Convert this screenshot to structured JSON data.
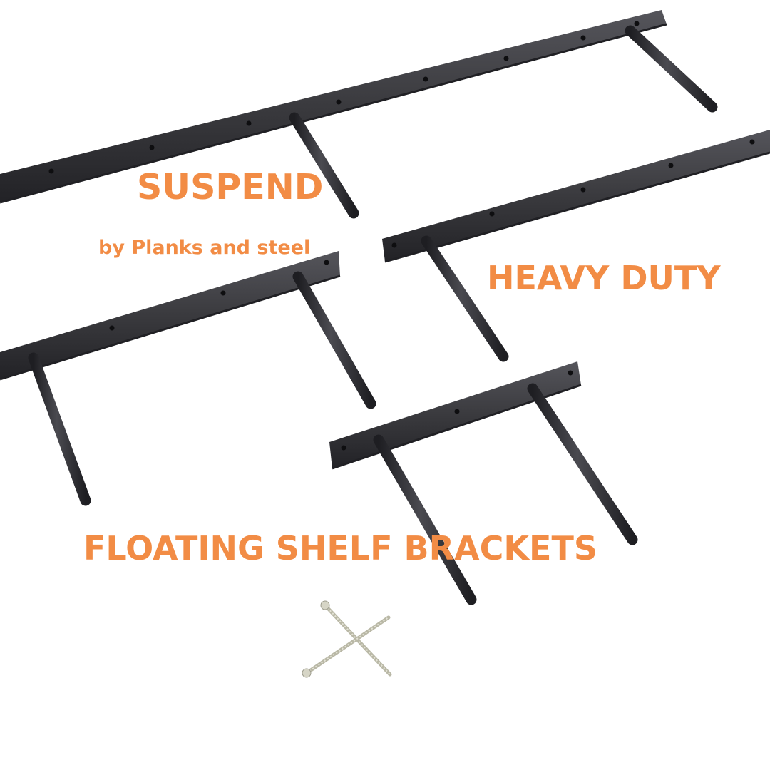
{
  "captions": {
    "headline": "SUSPEND",
    "byline": "by Planks and steel",
    "tagline": "HEAVY DUTY",
    "product": "FLOATING SHELF BRACKETS"
  },
  "colors": {
    "text_accent": "#F28C45",
    "bracket_plate": "#3a3a3e",
    "bracket_plate_edge": "#26262a",
    "rod": "#2f2f33",
    "screw": "#c9c9b8",
    "background": "#ffffff"
  },
  "objects": {
    "brackets": [
      {
        "name": "bracket-long",
        "rods": 2
      },
      {
        "name": "bracket-upper-right",
        "rods": 1
      },
      {
        "name": "bracket-middle-left",
        "rods": 2
      },
      {
        "name": "bracket-small",
        "rods": 2
      }
    ],
    "screws": 2,
    "icon": "screw-icon"
  }
}
